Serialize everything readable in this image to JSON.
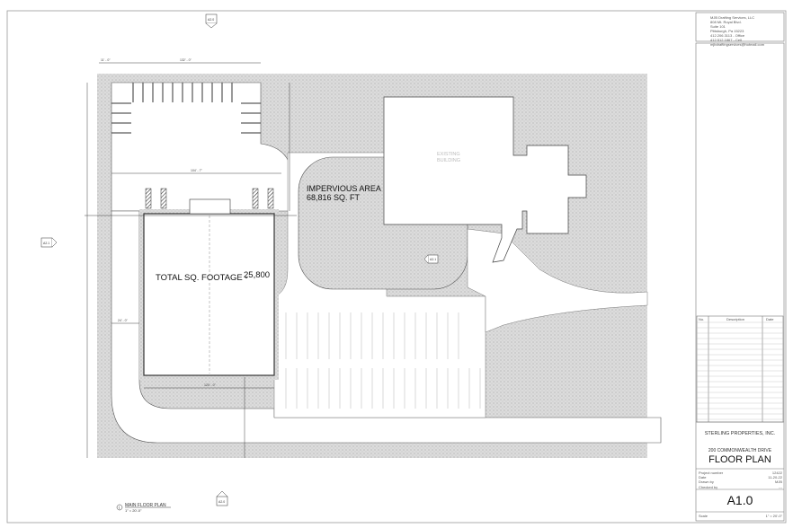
{
  "firm": {
    "lines": [
      "MJB Drafting Services, LLC",
      "808 Mt. Royal Blvd.",
      "Suite 101",
      "Pittsburgh, Pa 15223",
      "412.206.3113 - Office",
      "412.512.1867 - Cell",
      "mjbdraftingservices@hotmail.com"
    ]
  },
  "revisions": {
    "headers": [
      "No.",
      "Description",
      "Date"
    ]
  },
  "title_block": {
    "client": "STERLING PROPERTIES, INC.",
    "address": "200 COMMONWEALTH DRIVE",
    "sheet_title": "FLOOR PLAN",
    "fields": [
      {
        "label": "Project number",
        "value": "12422"
      },
      {
        "label": "Date",
        "value": "11-20-22"
      },
      {
        "label": "Drawn by",
        "value": "MJB"
      },
      {
        "label": "Checked by",
        "value": "---"
      }
    ],
    "sheet_number": "A1.0",
    "scale_label": "Scale",
    "scale_value": "1\" = 20'-0\""
  },
  "drawing": {
    "impervious_title": "IMPERVIOUS AREA",
    "impervious_value": "68,816 SQ. FT",
    "total_label": "TOTAL SQ. FOOTAGE -",
    "total_value": "25,800",
    "existing_building": [
      "EXISTING",
      "BUILDING"
    ],
    "view_title": "MAIN FLOOR PLAN",
    "view_scale": "1\" = 20'-0\"",
    "view_number": "1",
    "section_refs": {
      "top": "A2.0",
      "left": "A2.1",
      "mid": "A2.1",
      "bottom": "A2.0"
    },
    "dimensions": {
      "top_width": "132' - 0\"",
      "top_left": "11' - 0\"",
      "mid_width": "104' - 7\"",
      "left_aisle": "24' - 0\"",
      "bottom_width": "120' - 0\""
    }
  },
  "colors": {
    "line": "#333333",
    "hatch": "#d6d6d6",
    "faint": "#cccccc"
  }
}
